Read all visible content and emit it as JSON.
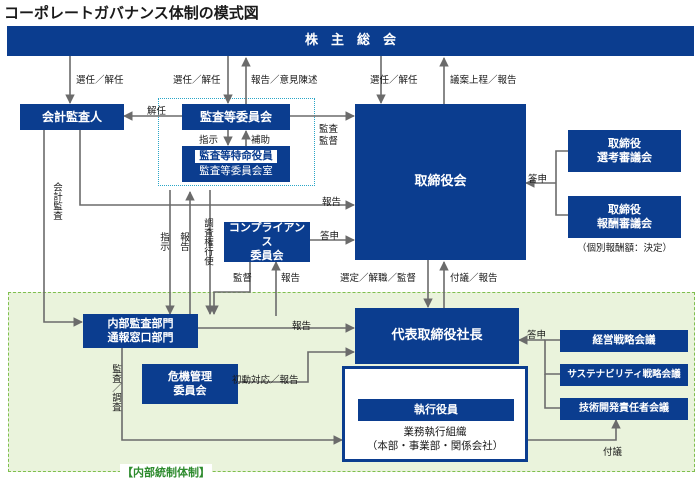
{
  "title": "コーポレートガバナンス体制の模式図",
  "internal_control_label": "【内部統制体制】",
  "nodes": {
    "shareholders": "株　主　総　会",
    "accounting_auditor": "会計監査人",
    "audit_committee": "監査等委員会",
    "audit_staff_line1": "監査等特命役員",
    "audit_staff_line2": "監査等委員会室",
    "board": "取締役会",
    "compliance_line1": "コンプライアンス",
    "compliance_line2": "委員会",
    "nomination_line1": "取締役",
    "nomination_line2": "選考審議会",
    "compensation_line1": "取締役",
    "compensation_line2": "報酬審議会",
    "compensation_note": "（個別報酬額：決定）",
    "internal_audit_line1": "内部監査部門",
    "internal_audit_line2": "通報窓口部門",
    "risk_line1": "危機管理",
    "risk_line2": "委員会",
    "president": "代表取締役社長",
    "executive_officers": "執行役員",
    "business_org_line1": "業務執行組織",
    "business_org_line2": "（本部・事業部・関係会社）",
    "strategy_meeting": "経営戦略会議",
    "sustainability_meeting": "サステナビリティ戦略会議",
    "tech_meeting": "技術開発責任者会議"
  },
  "edge_labels": {
    "elect_dismiss_1": "選任／解任",
    "elect_dismiss_2": "選任／解任",
    "report_opinion": "報告／意見陳述",
    "elect_dismiss_3": "選任／解任",
    "agenda_report": "議案上程／報告",
    "dismiss": "解任",
    "audit_supervision_1": "監査",
    "audit_supervision_2": "監督",
    "instruct": "指示",
    "assist": "補助",
    "accounting_audit": "会計監査",
    "report_board": "報告",
    "answer_nomination": "答申",
    "instruct_2": "指示",
    "report_2": "報告",
    "investigate": "調査権行使",
    "answer_compliance": "答申",
    "supervise": "監督",
    "report_3": "報告",
    "appoint": "選定／解職／監督",
    "refer_report": "付議／報告",
    "report_4": "報告",
    "answer_meetings": "答申",
    "audit_investigate": "監査／調査",
    "initial_response": "初動対応／報告",
    "refer": "付議"
  },
  "colors": {
    "box_fill": "#0b3d8f",
    "line": "#6b6b6b",
    "internal_bg": "#eaf3dc",
    "internal_border": "#7fbf4e",
    "internal_label": "#2e8b2e",
    "audit_border": "#2aa6c7"
  }
}
